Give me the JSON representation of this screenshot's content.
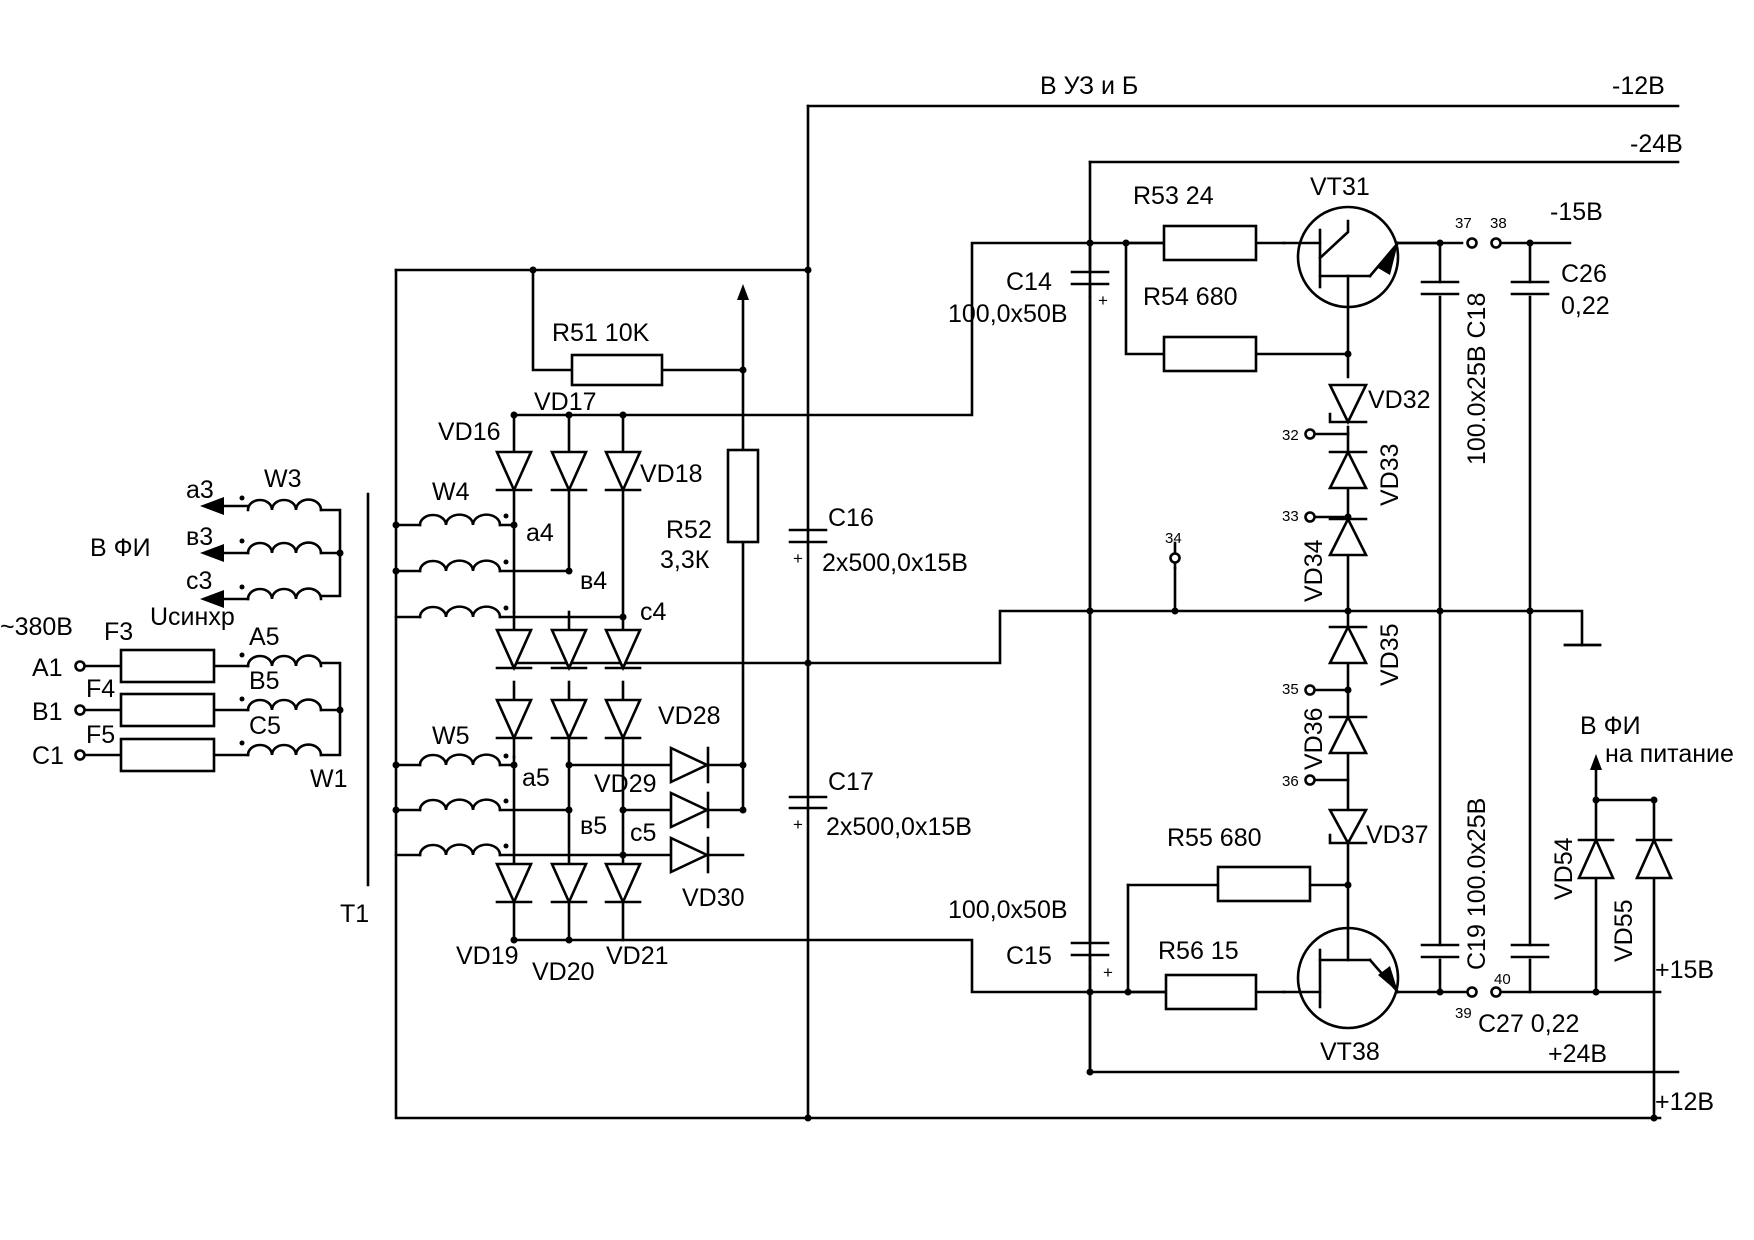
{
  "net_labels": {
    "to_uz_b": "В УЗ и Б",
    "m12": "-12В",
    "m24": "-24В",
    "m15": "-15В",
    "p15": "+15В",
    "p24": "+24В",
    "p12": "+12В",
    "to_fi": "В ФИ",
    "to_fi_power_1": "В ФИ",
    "to_fi_power_2": "на питание",
    "mains": "~380В",
    "sync": "Uсинхр"
  },
  "phases": {
    "a1": "A1",
    "b1": "B1",
    "c1": "C1",
    "a3": "а3",
    "b3": "в3",
    "c3": "с3",
    "a4": "а4",
    "b4": "в4",
    "c4": "с4",
    "a5": "а5",
    "b5": "в5",
    "c5": "с5"
  },
  "windings": {
    "w3": "W3",
    "w4": "W4",
    "w5": "W5",
    "w1": "W1",
    "a5": "A5",
    "b5": "B5",
    "c5": "C5",
    "t1": "T1"
  },
  "fuses": {
    "f3": "F3",
    "f4": "F4",
    "f5": "F5"
  },
  "resistors": {
    "r51": "R51 10K",
    "r52_name": "R52",
    "r52_value": "3,3К",
    "r53": "R53  24",
    "r54": "R54  680",
    "r55": "R55   680",
    "r56": "R56 15"
  },
  "capacitors": {
    "c14_name": "C14",
    "c14_value": "100,0x50B",
    "c15_name": "C15",
    "c15_value": "100,0x50B",
    "c16_name": "C16",
    "c16_value": "2x500,0x15B",
    "c17_name": "C17",
    "c17_value": "2x500,0x15B",
    "c18": "100.0x25B C18",
    "c19": "C19 100.0x25B",
    "c26_name": "C26",
    "c26_value": "0,22",
    "c27": "C27 0,22"
  },
  "diodes": {
    "vd16": "VD16",
    "vd17": "VD17",
    "vd18": "VD18",
    "vd19": "VD19",
    "vd20": "VD20",
    "vd21": "VD21",
    "vd28": "VD28",
    "vd29": "VD29",
    "vd30": "VD30",
    "vd32": "VD32",
    "vd33": "VD33",
    "vd34": "VD34",
    "vd35": "VD35",
    "vd36": "VD36",
    "vd37": "VD37",
    "vd54": "VD54",
    "vd55": "VD55"
  },
  "transistors": {
    "vt31": "VT31",
    "vt38": "VT38"
  },
  "test_points": {
    "tp32": "32",
    "tp33": "33",
    "tp34": "34",
    "tp35": "35",
    "tp36": "36",
    "tp37": "37",
    "tp38": "38",
    "tp39": "39",
    "tp40": "40"
  }
}
